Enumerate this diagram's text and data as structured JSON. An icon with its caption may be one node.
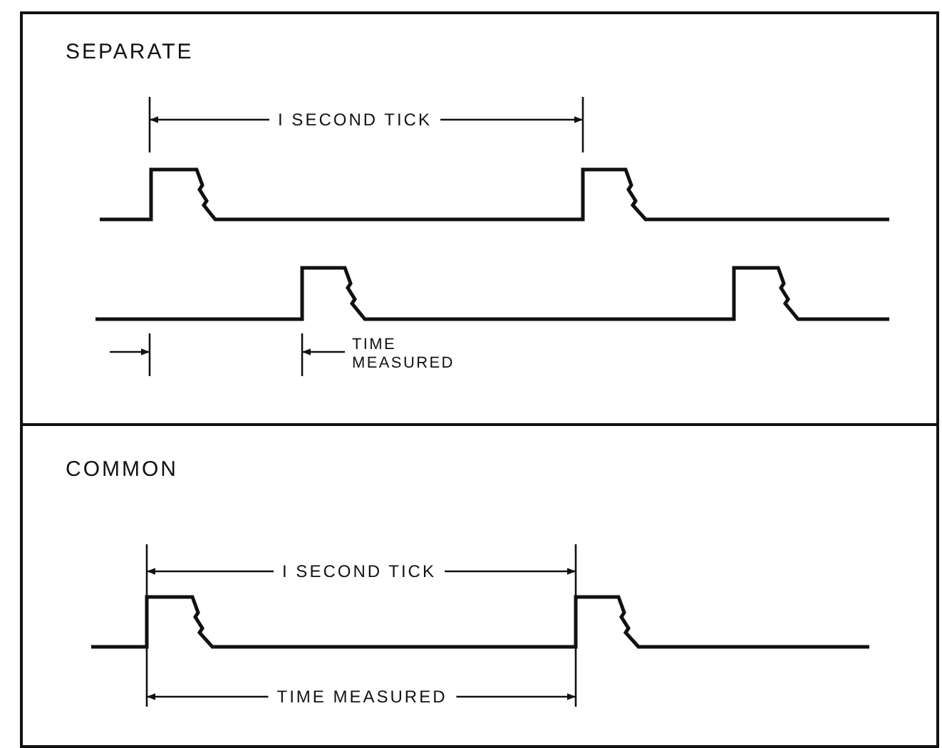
{
  "diagram": {
    "nodes": [
      {
        "text": [
          "SEPARATE"
        ]
      },
      {
        "text": [
          "COMMON"
        ]
      }
    ],
    "labels": [
      "I SECOND TICK",
      "TIME MEASURED",
      "I SECOND TICK",
      "TIME MEASURED"
    ]
  }
}
